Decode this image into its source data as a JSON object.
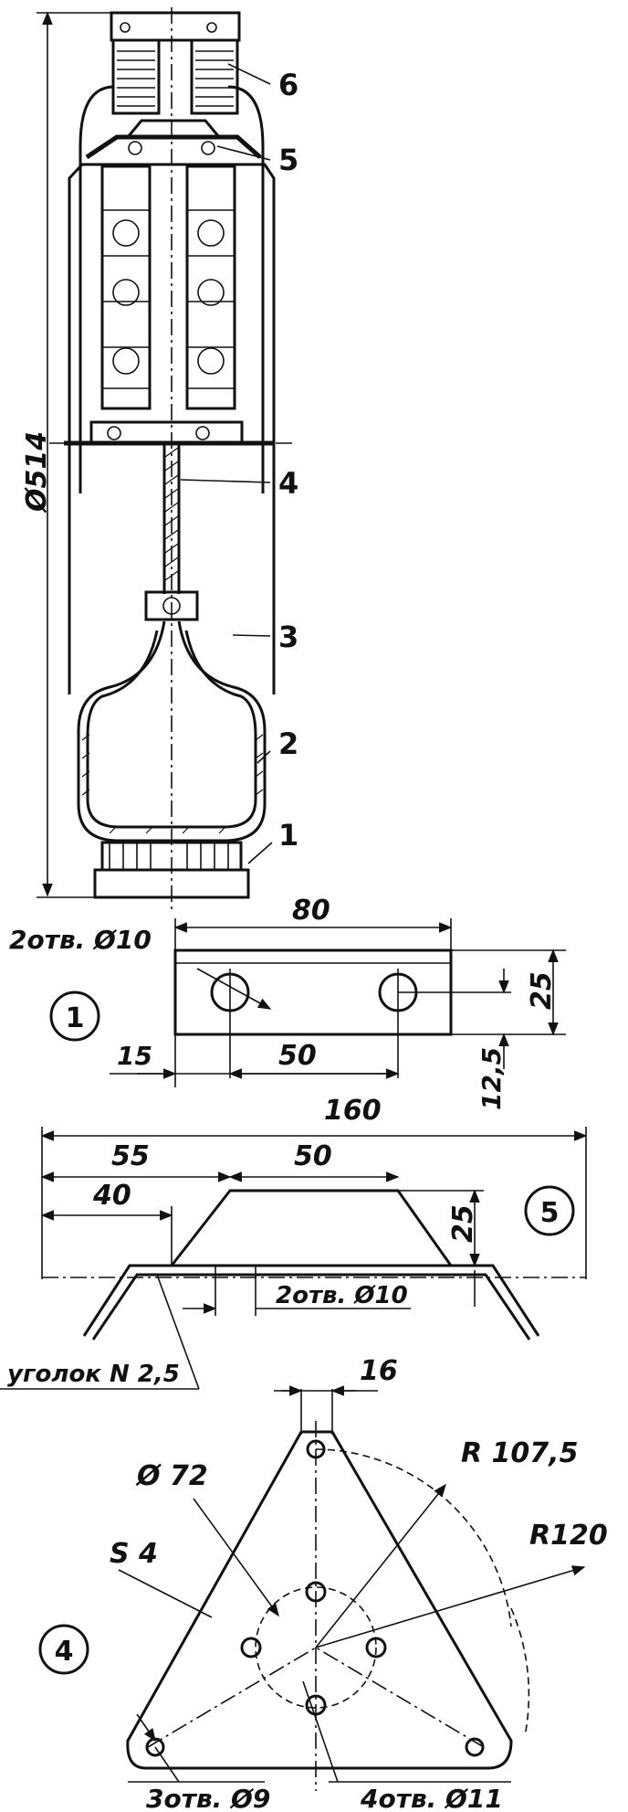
{
  "assembly": {
    "overall_diameter": "Ø514",
    "callouts": [
      "6",
      "5",
      "4",
      "3",
      "2",
      "1"
    ]
  },
  "part1": {
    "id": "1",
    "length": "80",
    "height": "25",
    "offset": "12,5",
    "left": "15",
    "spacing": "50",
    "holes": "2отв. Ø10"
  },
  "part5": {
    "id": "5",
    "length": "160",
    "dim_a": "55",
    "dim_b": "50",
    "dim_c": "40",
    "height": "25",
    "holes": "2отв. Ø10",
    "material": "уголок N 2,5"
  },
  "part4": {
    "id": "4",
    "width_top": "16",
    "radius_small": "R 107,5",
    "radius_large": "R120",
    "bolt_circle": "Ø 72",
    "thickness": "S 4",
    "holes_corner": "3отв. Ø9",
    "holes_center": "4отв. Ø11"
  }
}
